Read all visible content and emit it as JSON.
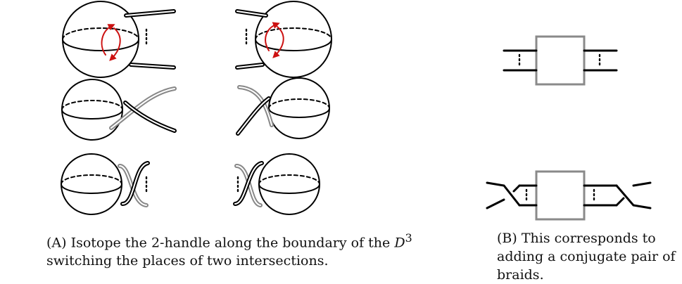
{
  "figure": {
    "panel_a": {
      "label": "(A)",
      "caption_pre": "Isotope the 2-handle along the boundary of the ",
      "caption_math": "D",
      "caption_sup": "3",
      "caption_post": " switching the places of two intersections."
    },
    "panel_b": {
      "label": "(B)",
      "caption": "This corresponds to adding a conjugate pair of braids."
    },
    "colors": {
      "strand_black": "#000000",
      "strand_gray": "#888888",
      "arrow_red": "#cc1111",
      "box_gray": "#8a8a8a"
    }
  }
}
